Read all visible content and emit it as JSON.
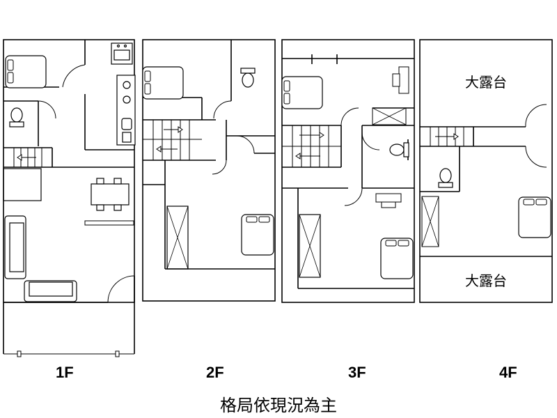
{
  "floors": [
    {
      "label": "1F"
    },
    {
      "label": "2F"
    },
    {
      "label": "3F"
    },
    {
      "label": "4F",
      "rooms": {
        "terrace_top": "大露台",
        "terrace_bottom": "大露台"
      }
    }
  ],
  "caption": "格局依現況為主"
}
